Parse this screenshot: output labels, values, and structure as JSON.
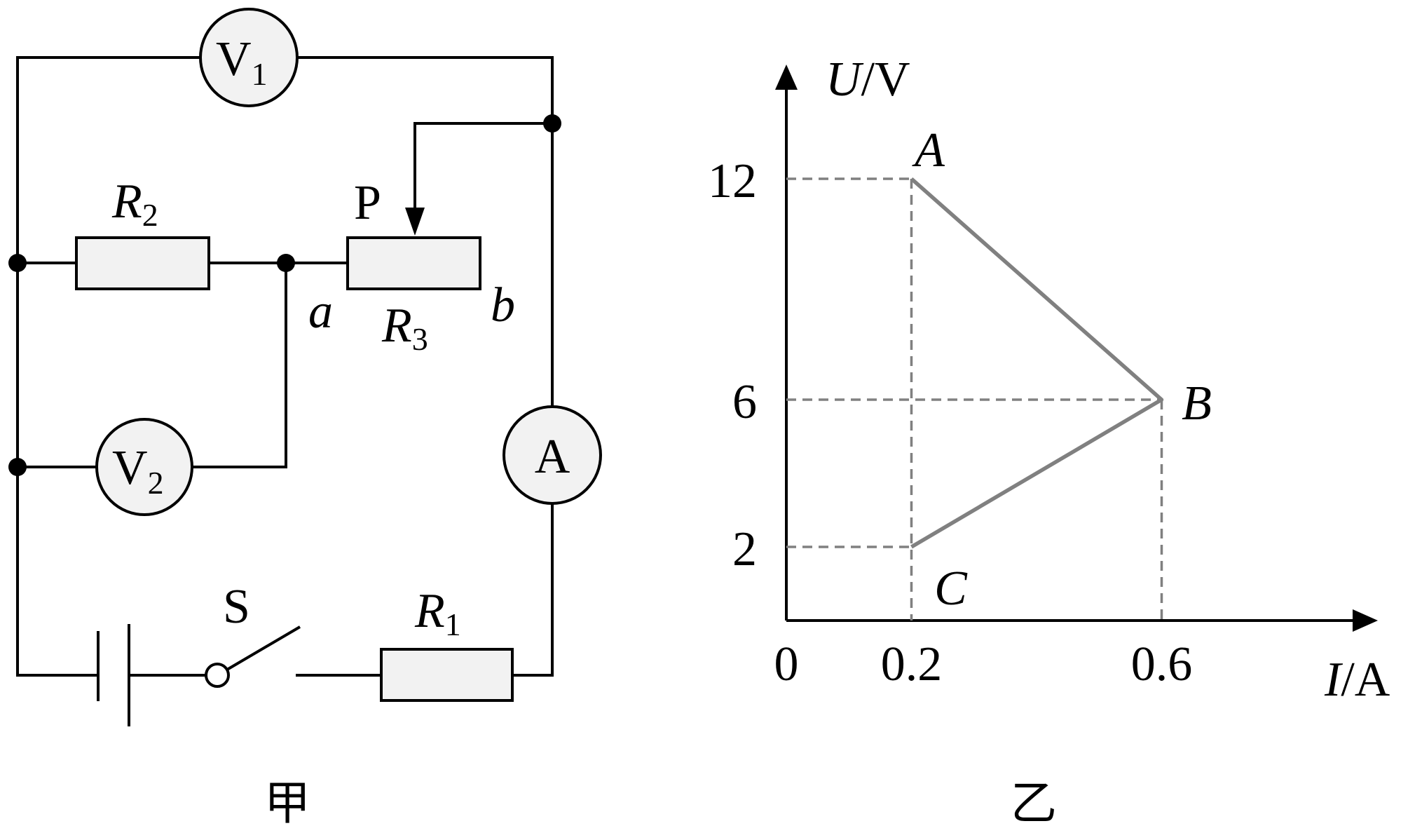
{
  "circuit": {
    "caption": "甲",
    "v1_letter": "V",
    "v1_sub": "1",
    "v2_letter": "V",
    "v2_sub": "2",
    "ammeter": "A",
    "r1_letter": "R",
    "r1_sub": "1",
    "r2_letter": "R",
    "r2_sub": "2",
    "r3_letter": "R",
    "r3_sub": "3",
    "slider": "P",
    "end_a": "a",
    "end_b": "b",
    "switch": "S"
  },
  "graph": {
    "caption": "乙",
    "y_axis_label_var": "U",
    "y_axis_label_unit": "/V",
    "x_axis_label_var": "I",
    "x_axis_label_unit": "/A",
    "origin": "0",
    "x_ticks": [
      "0.2",
      "0.6"
    ],
    "y_ticks": [
      "12",
      "6",
      "2"
    ],
    "points": [
      {
        "name": "A",
        "I": 0.2,
        "U": 12
      },
      {
        "name": "B",
        "I": 0.6,
        "U": 6
      },
      {
        "name": "C",
        "I": 0.2,
        "U": 2
      }
    ]
  }
}
